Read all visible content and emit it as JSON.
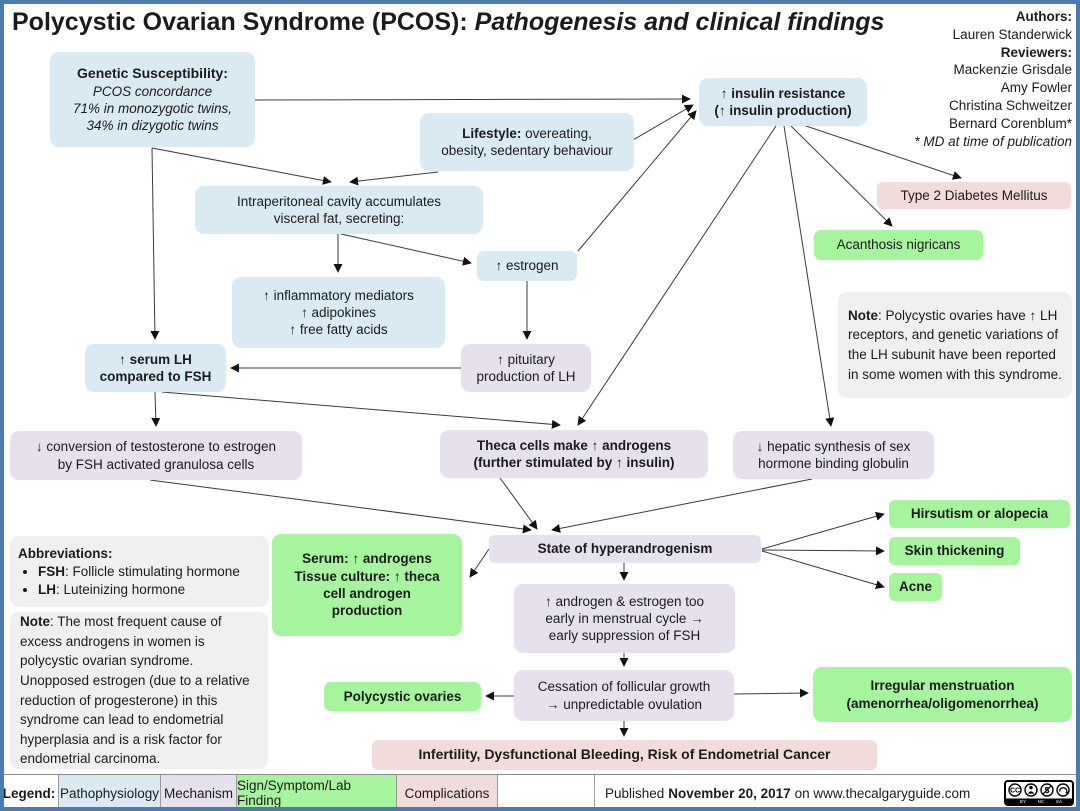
{
  "title": {
    "main": "Polycystic Ovarian Syndrome (PCOS): ",
    "sub": "Pathogenesis and clinical findings"
  },
  "credits": {
    "authors_label": "Authors:",
    "author1": "Lauren Standerwick",
    "reviewers_label": "Reviewers:",
    "reviewer1": "Mackenzie Grisdale",
    "reviewer2": "Amy Fowler",
    "reviewer3": "Christina Schweitzer",
    "reviewer4": "Bernard Corenblum*",
    "footnote": "* MD at time of publication"
  },
  "boxes": {
    "genetic": {
      "heading": "Genetic Susceptibility:",
      "line1": "PCOS concordance",
      "line2": "71% in monozygotic twins,",
      "line3": "34% in dizygotic twins"
    },
    "lifestyle": {
      "label": "Lifestyle:",
      "rest": " overeating,",
      "line2": "obesity, sedentary behaviour"
    },
    "insulin_resistance": {
      "line1": "↑ insulin resistance",
      "line2": "(↑ insulin production)"
    },
    "intraperitoneal": {
      "line1": "Intraperitoneal cavity accumulates",
      "line2": "visceral fat, secreting:"
    },
    "estrogen": {
      "text": "↑ estrogen"
    },
    "inflammatory": {
      "line1": "↑ inflammatory mediators",
      "line2": "↑ adipokines",
      "line3": "↑ free fatty acids"
    },
    "serum_lh": {
      "line1": "↑ serum LH",
      "line2": "compared to FSH"
    },
    "pituitary_lh": {
      "line1": "↑ pituitary",
      "line2": "production of LH"
    },
    "t2dm": {
      "text": "Type 2 Diabetes Mellitus"
    },
    "acanthosis": {
      "text": "Acanthosis nigricans"
    },
    "note_lh_receptors": {
      "label": "Note",
      "text": ": Polycystic ovaries have ↑ LH receptors, and genetic variations of the LH subunit have been reported in some women with this syndrome."
    },
    "conversion": {
      "line1": "↓ conversion of testosterone to estrogen",
      "line2": "by FSH activated granulosa cells"
    },
    "theca": {
      "line1": "Theca cells make ↑ androgens",
      "line2": "(further stimulated by ↑ insulin)"
    },
    "hepatic": {
      "line1": "↓ hepatic synthesis of sex",
      "line2": "hormone binding globulin"
    },
    "abbreviations": {
      "heading": "Abbreviations:",
      "item1_term": "FSH",
      "item1_def": ": Follicle stimulating hormone",
      "item2_term": "LH",
      "item2_def": ": Luteinizing hormone"
    },
    "serum_androgens": {
      "line1": "Serum: ↑ androgens",
      "line2": "Tissue culture: ↑ theca",
      "line3": "cell androgen",
      "line4": "production"
    },
    "hyperandrogenism": {
      "text": "State of hyperandrogenism"
    },
    "hirsutism": {
      "text": "Hirsutism or alopecia"
    },
    "skin_thickening": {
      "text": "Skin thickening"
    },
    "acne": {
      "text": "Acne"
    },
    "androgen_estrogen_early": {
      "line1": "↑ androgen & estrogen too",
      "line2": "early in menstrual cycle →",
      "line3": "early suppression of FSH"
    },
    "note_androgens": {
      "label": "Note",
      "text": ": The most frequent cause of excess androgens in women is polycystic ovarian syndrome. Unopposed estrogen (due to a relative reduction of progesterone) in this syndrome can lead to endometrial hyperplasia and is a risk factor for endometrial carcinoma."
    },
    "polycystic_ovaries": {
      "text": "Polycystic ovaries"
    },
    "cessation": {
      "line1": "Cessation of follicular growth",
      "line2": "→ unpredictable ovulation"
    },
    "irregular_menstruation": {
      "line1": "Irregular menstruation",
      "line2": "(amenorrhea/oligomenorrhea)"
    },
    "infertility": {
      "text": "Infertility, Dysfunctional Bleeding, Risk of Endometrial Cancer"
    }
  },
  "legend": {
    "label": "Legend:",
    "items": [
      {
        "text": "Pathophysiology",
        "color": "#d9eaf2"
      },
      {
        "text": "Mechanism",
        "color": "#e6e1ed"
      },
      {
        "text": "Sign/Symptom/Lab Finding",
        "color": "#a7f49e"
      },
      {
        "text": "Complications",
        "color": "#f2dcdb"
      }
    ]
  },
  "footer": {
    "published_prefix": "Published",
    "published_date": "November 20, 2017",
    "published_suffix": "on www.thecalgaryguide.com"
  },
  "license": {
    "cc": "CC",
    "nc_glyph": "$",
    "parts": [
      "BY",
      "NC",
      "SA"
    ]
  },
  "colors": {
    "frame_border": "#4b7cb0",
    "pathophysiology": "#d9eaf2",
    "mechanism": "#e6e1ed",
    "sign_symptom": "#a7f49e",
    "complications": "#f2dcdb",
    "note_gray": "#f0efef",
    "arrow": "#333333"
  }
}
